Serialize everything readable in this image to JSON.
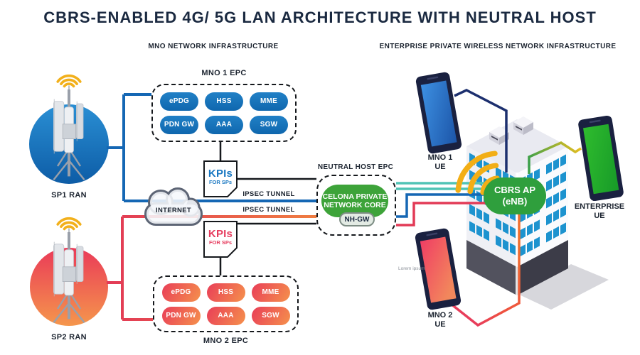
{
  "title": "CBRS-ENABLED 4G/ 5G LAN ARCHITECTURE WITH NEUTRAL HOST",
  "sections": {
    "left": "MNO NETWORK INFRASTRUCTURE",
    "right": "ENTERPRISE PRIVATE WIRELESS NETWORK INFRASTRUCTURE"
  },
  "rans": [
    {
      "label": "SP1 RAN"
    },
    {
      "label": "SP2 RAN"
    }
  ],
  "epcs": [
    {
      "label": "MNO 1 EPC",
      "pills": [
        "ePDG",
        "HSS",
        "MME",
        "PDN GW",
        "AAA",
        "SGW"
      ]
    },
    {
      "label": "MNO 2 EPC",
      "pills": [
        "ePDG",
        "HSS",
        "MME",
        "PDN GW",
        "AAA",
        "SGW"
      ]
    }
  ],
  "kpi_boxes": [
    {
      "line1": "KPIs",
      "line2": "FOR SPs"
    },
    {
      "line1": "KPIs",
      "line2": "FOR SPs"
    }
  ],
  "internet": {
    "label": "INTERNET"
  },
  "tunnels": [
    {
      "label": "IPSEC TUNNEL"
    },
    {
      "label": "IPSEC TUNNEL"
    }
  ],
  "neutral_host": {
    "label": "NEUTRAL HOST EPC",
    "core_line1": "CELONA PRIVATE",
    "core_line2": "NETWORK CORE",
    "gateway": "NH-GW"
  },
  "cbrs_ap": {
    "line1": "CBRS AP",
    "line2": "(eNB)"
  },
  "ues": [
    {
      "name": "MNO 1",
      "type": "UE"
    },
    {
      "name": "ENTERPRISE",
      "type": "UE"
    },
    {
      "name": "MNO 2",
      "type": "UE"
    }
  ],
  "watermark": "Lorem ipsum",
  "colors": {
    "navy_text": "#1a2940",
    "mno1_blue": "#1470ba",
    "mno2_red": "#e9415a",
    "mno2_orange": "#f08040",
    "teal_link": "#50c4b6",
    "core_green": "#3da339",
    "cbrs_green": "#2f9f3d",
    "wifi_yellow": "#f2b01b",
    "window_blue": "#1d93cf"
  }
}
